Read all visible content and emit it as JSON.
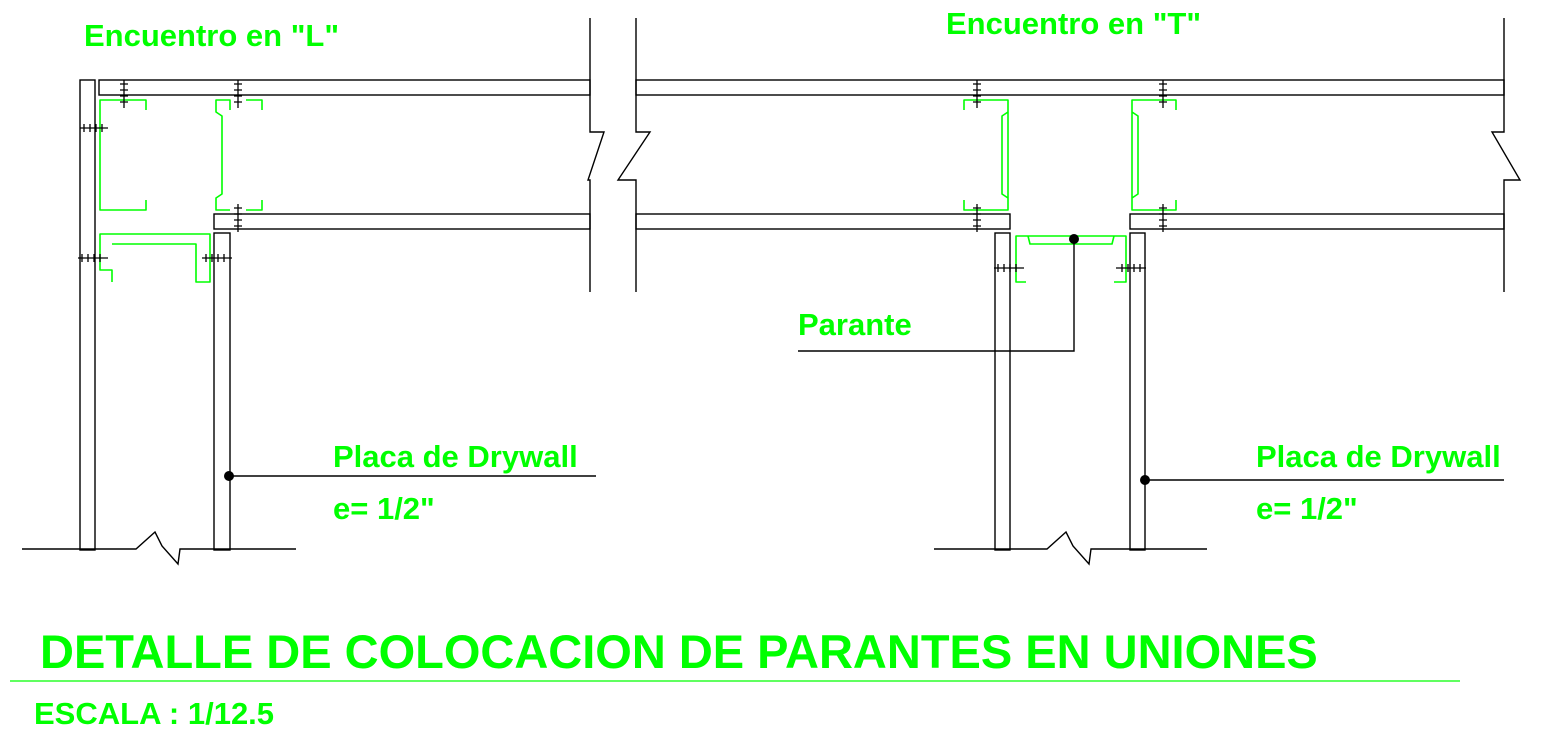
{
  "labels": {
    "l_junction": "Encuentro en \"L\"",
    "t_junction": "Encuentro en \"T\"",
    "stud": "Parante",
    "board_left": "Placa de Drywall",
    "thickness_left": "e= 1/2\"",
    "board_right": "Placa de Drywall",
    "thickness_right": "e= 1/2\""
  },
  "title": "DETALLE DE COLOCACION DE PARANTES EN UNIONES",
  "scale": "ESCALA : 1/12.5",
  "colors": {
    "annotation": "#00ff00",
    "linework": "#000000",
    "background": "#ffffff"
  }
}
